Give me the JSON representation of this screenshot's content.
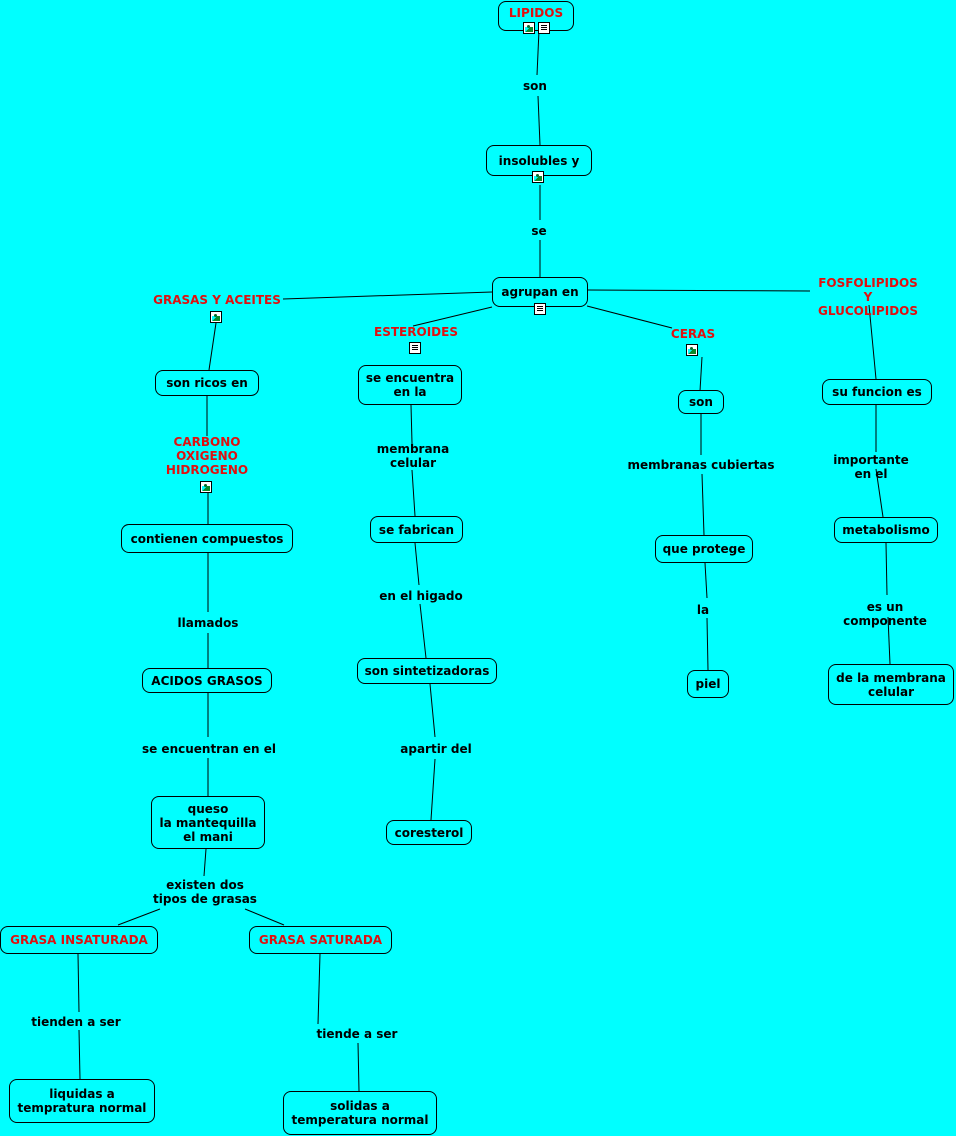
{
  "nodes": {
    "lipidos": "LIPIDOS",
    "insolubles": "insolubles y",
    "agrupan": "agrupan en",
    "son_ricos": "son ricos en",
    "se_encuentra": "se encuentra\nen la",
    "su_funcion": "su funcion es",
    "son_ceras": "son",
    "contienen": "contienen compuestos",
    "se_fabrican": "se fabrican",
    "que_protege": "que protege",
    "metabolismo": "metabolismo",
    "acidos": "ACIDOS GRASOS",
    "sintetizadoras": "son sintetizadoras",
    "piel": "piel",
    "de_membrana": "de la membrana\ncelular",
    "queso": "queso\nla mantequilla\nel mani",
    "coresterol": "coresterol",
    "insaturada": "GRASA INSATURADA",
    "saturada": "GRASA SATURADA",
    "liquidas": "liquidas a\ntempratura normal",
    "solidas": "solidas a\ntemperatura normal"
  },
  "labels": {
    "son": "son",
    "se": "se",
    "grasas": "GRASAS Y ACEITES",
    "esteroides": "ESTEROIDES",
    "ceras": "CERAS",
    "fosfolipidos": "FOSFOLIPIDOS Y\nGLUCOLIPIDOS",
    "carbono": "CARBONO\nOXIGENO\nHIDROGENO",
    "membrana_celular": "membrana\ncelular",
    "membranas_cubiertas": "membranas cubiertas",
    "importante": "importante en el",
    "llamados": "llamados",
    "en_higado": "en el higado",
    "la": "la",
    "es_componente": "es un componente",
    "se_encuentran": "se encuentran en el",
    "apartir": "apartir del",
    "existen": "existen dos\ntipos de grasas",
    "tienden": "tienden a ser",
    "tiende": "tiende a ser"
  },
  "colors": {
    "background": "#00ffff",
    "concept_red": "#e01010",
    "text": "#000000"
  }
}
